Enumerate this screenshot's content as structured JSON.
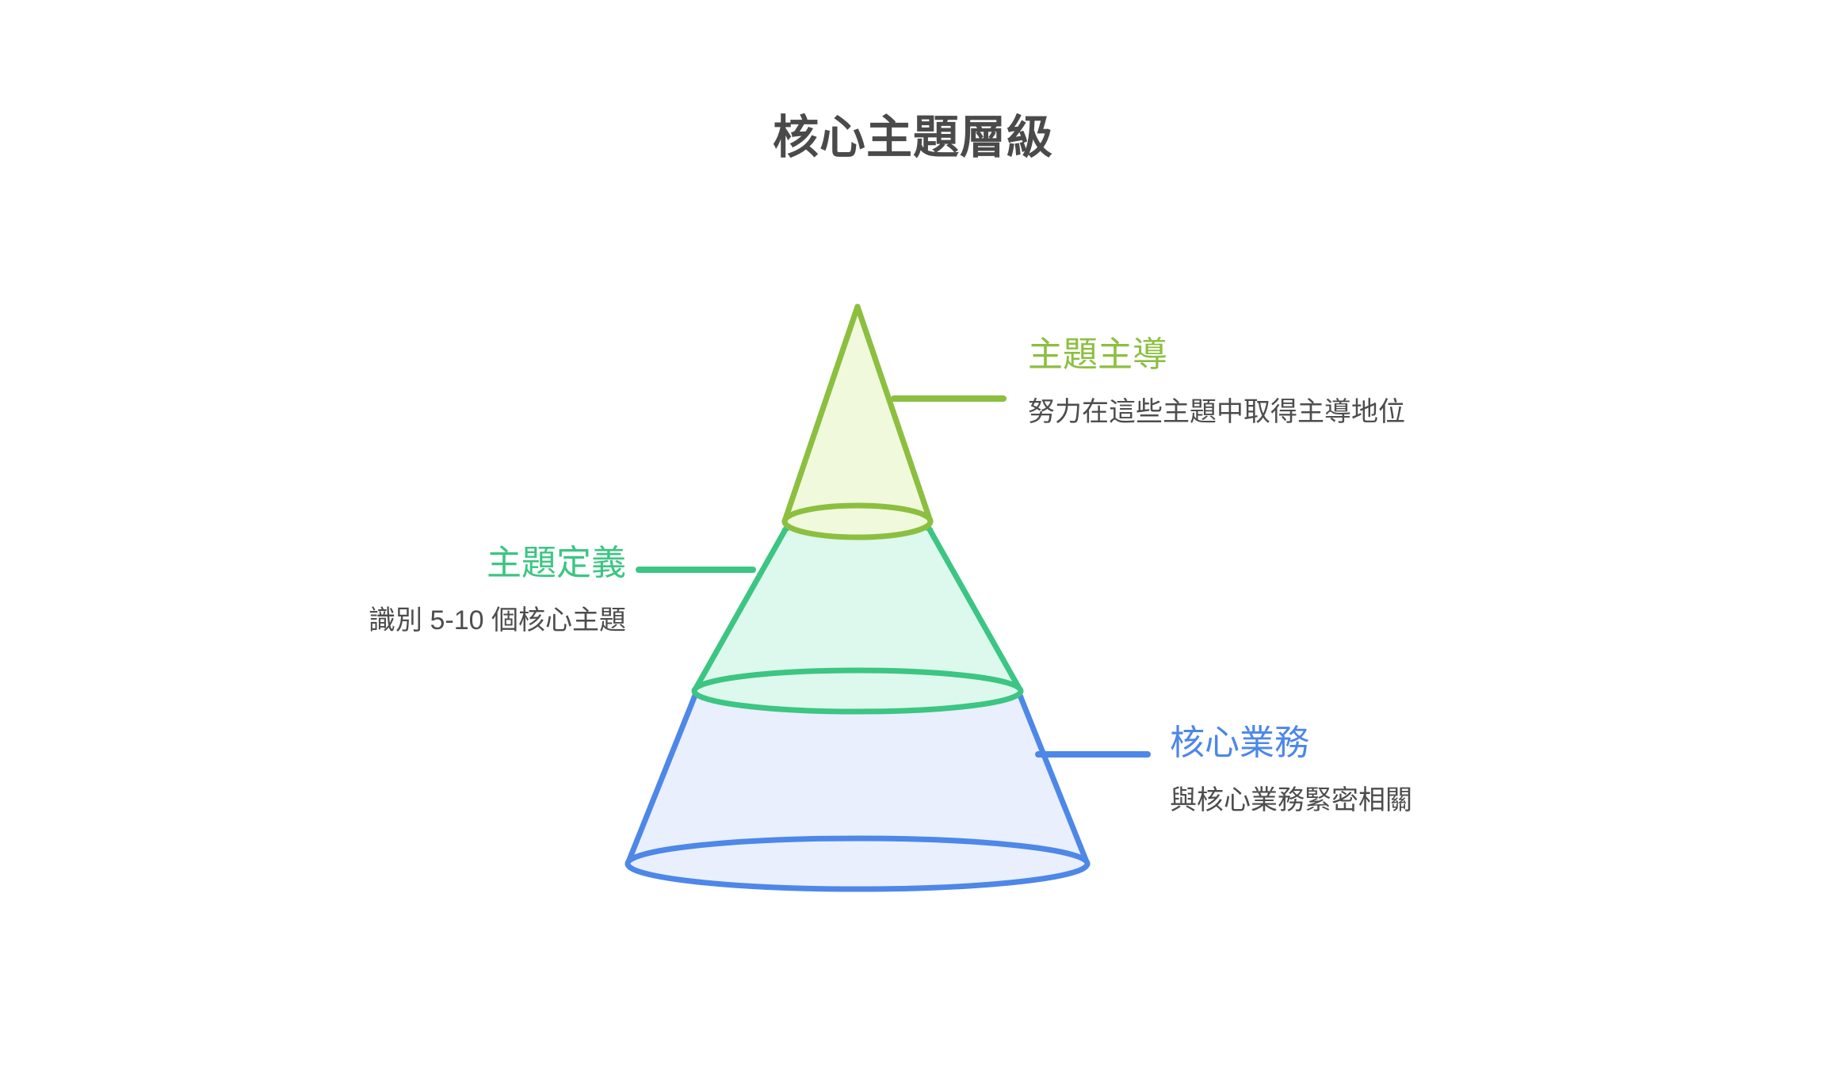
{
  "page": {
    "title": "核心主題層級",
    "background_color": "#ffffff",
    "title_color": "#4a4a4a"
  },
  "chart_data": {
    "type": "pie",
    "subtype": "cone-hierarchy",
    "title": "核心主題層級",
    "orientation": "top-narrow-to-bottom-wide",
    "levels": [
      {
        "index": 0,
        "position": "top",
        "label": "主題主導",
        "description": "努力在這些主題中取得主導地位",
        "stroke_color": "#8cbf40",
        "fill_color": "#f0f9dc",
        "label_side": "right",
        "relative_width": 0.22,
        "relative_height": 0.3
      },
      {
        "index": 1,
        "position": "middle",
        "label": "主題定義",
        "description": "識別 5-10 個核心主題",
        "stroke_color": "#3cc583",
        "fill_color": "#ddf8ec",
        "label_side": "left",
        "relative_width": 0.5,
        "relative_height": 0.28
      },
      {
        "index": 2,
        "position": "bottom",
        "label": "核心業務",
        "description": "與核心業務緊密相關",
        "stroke_color": "#4d87e8",
        "fill_color": "#e9effc",
        "label_side": "right",
        "relative_width": 1.0,
        "relative_height": 0.42
      }
    ],
    "legend": "none",
    "grid": false
  }
}
